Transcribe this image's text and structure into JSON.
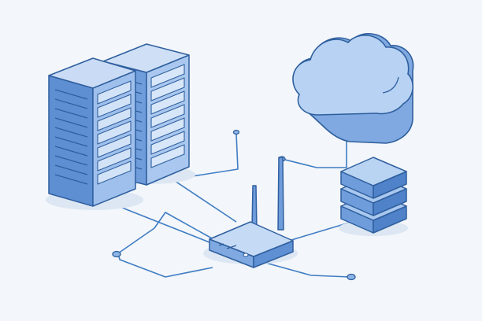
{
  "diagram": {
    "nodes": [
      {
        "id": "server-rack-left",
        "kind": "rack-server-icon"
      },
      {
        "id": "server-rack-right",
        "kind": "rack-server-icon"
      },
      {
        "id": "cloud",
        "kind": "cloud-icon"
      },
      {
        "id": "wireless-router",
        "kind": "router-icon",
        "antennas": 2
      },
      {
        "id": "database",
        "kind": "database-stack-icon",
        "layers": 3
      }
    ],
    "links": [
      {
        "from": "server-rack-left",
        "to": "wireless-router"
      },
      {
        "from": "server-rack-right",
        "to": "wireless-router"
      },
      {
        "from": "cloud",
        "to": "wireless-router"
      },
      {
        "from": "database",
        "to": "wireless-router"
      },
      {
        "from": "wireless-router",
        "to": "endpoint-left"
      },
      {
        "from": "wireless-router",
        "to": "endpoint-bottom-right"
      },
      {
        "from": "wireless-router",
        "to": "endpoint-top"
      }
    ],
    "colors": {
      "background": "#f3f6fa",
      "line": "#3f7dc4",
      "outline": "#2f5f9e",
      "face_light": "#b9d3f2",
      "face_mid": "#7fa9e0",
      "face_dark": "#5587c9",
      "cloud_fill": "#a9c9ef",
      "shadow": "#dce7f3"
    }
  }
}
